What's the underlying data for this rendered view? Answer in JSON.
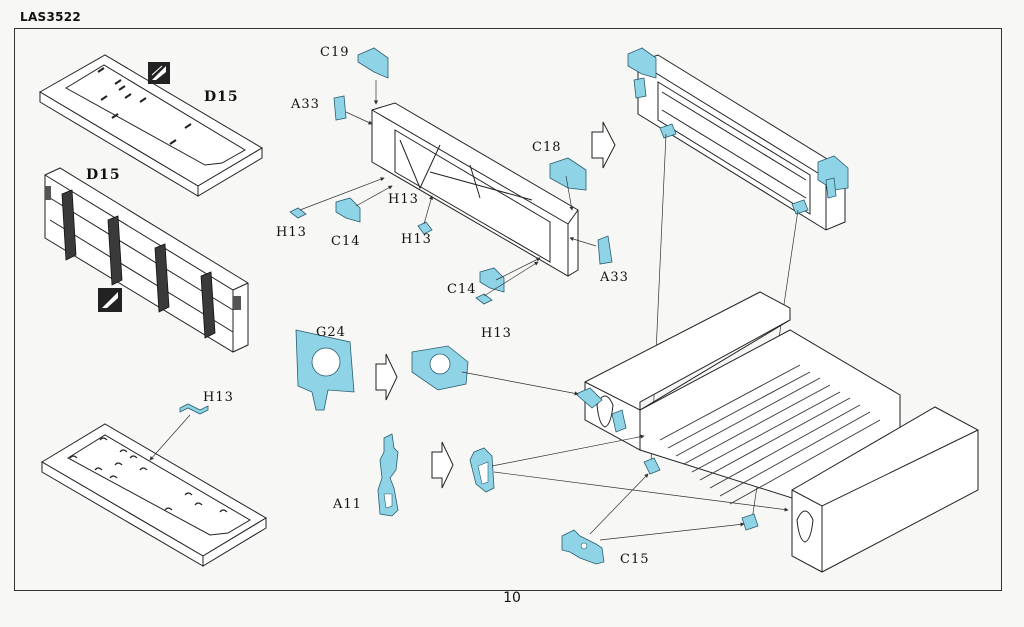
{
  "header": {
    "code": "LAS3522"
  },
  "footer": {
    "page_number": "10"
  },
  "labels": {
    "d15_top": "D15",
    "d15_mid": "D15",
    "h13_left": "H13",
    "c19": "C19",
    "a33_left": "A33",
    "h13_a": "H13",
    "c14_a": "C14",
    "h13_b": "H13",
    "h13_c": "H13",
    "c18": "C18",
    "a33_right": "A33",
    "c14_b": "C14",
    "h13_d": "H13",
    "g24": "G24",
    "a11": "A11",
    "c15": "C15"
  },
  "colors": {
    "etch_part": "#8fd4e6",
    "line": "#222222",
    "paper": "#f7f7f5"
  }
}
